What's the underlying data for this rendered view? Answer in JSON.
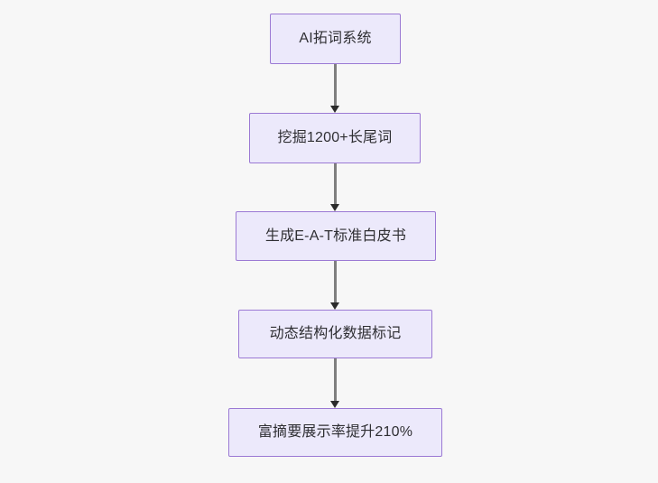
{
  "diagram": {
    "type": "flowchart",
    "direction": "top-to-bottom",
    "background_color": "#f7f7f7",
    "node_fill_color": "#ece9fb",
    "node_border_color": "#9b79d4",
    "node_text_color": "#2f2f33",
    "connector_color": "#7f7f7f",
    "arrowhead_color": "#2b2b2b",
    "nodes": [
      {
        "id": "node-1",
        "label": "AI拓词系统"
      },
      {
        "id": "node-2",
        "label": "挖掘1200+长尾词"
      },
      {
        "id": "node-3",
        "label": "生成E-A-T标准白皮书"
      },
      {
        "id": "node-4",
        "label": "动态结构化数据标记"
      },
      {
        "id": "node-5",
        "label": "富摘要展示率提升210%"
      }
    ],
    "edges": [
      {
        "id": "edge-1",
        "from": "node-1",
        "to": "node-2"
      },
      {
        "id": "edge-2",
        "from": "node-2",
        "to": "node-3"
      },
      {
        "id": "edge-3",
        "from": "node-3",
        "to": "node-4"
      },
      {
        "id": "edge-4",
        "from": "node-4",
        "to": "node-5"
      }
    ]
  }
}
